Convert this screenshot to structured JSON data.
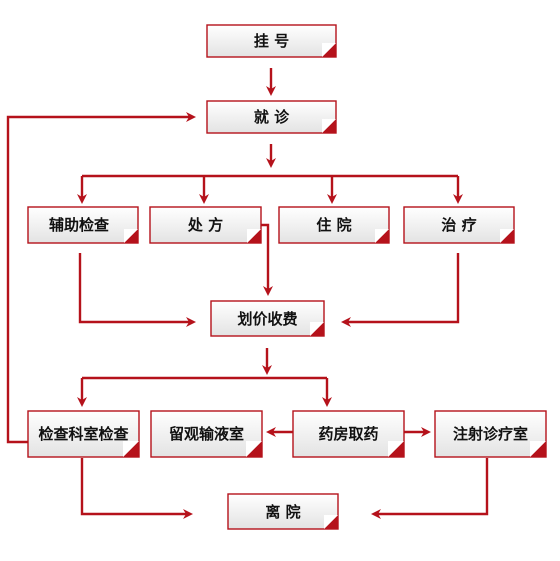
{
  "colors": {
    "accent": "#b5121b",
    "box_top": "#ffffff",
    "box_bottom": "#e6e6e6",
    "text": "#111111"
  },
  "nodes": {
    "register": {
      "label": "挂 号"
    },
    "consult": {
      "label": "就 诊"
    },
    "aux_exam": {
      "label": "辅助检查"
    },
    "prescription": {
      "label": "处 方"
    },
    "hospitalization": {
      "label": "住 院"
    },
    "treatment": {
      "label": "治 疗"
    },
    "billing": {
      "label": "划价收费"
    },
    "dept_exam": {
      "label": "检查科室检查"
    },
    "observation_infusion": {
      "label": "留观输液室"
    },
    "pharmacy": {
      "label": "药房取药"
    },
    "injection_room": {
      "label": "注射诊疗室"
    },
    "discharge": {
      "label": "离 院"
    }
  }
}
